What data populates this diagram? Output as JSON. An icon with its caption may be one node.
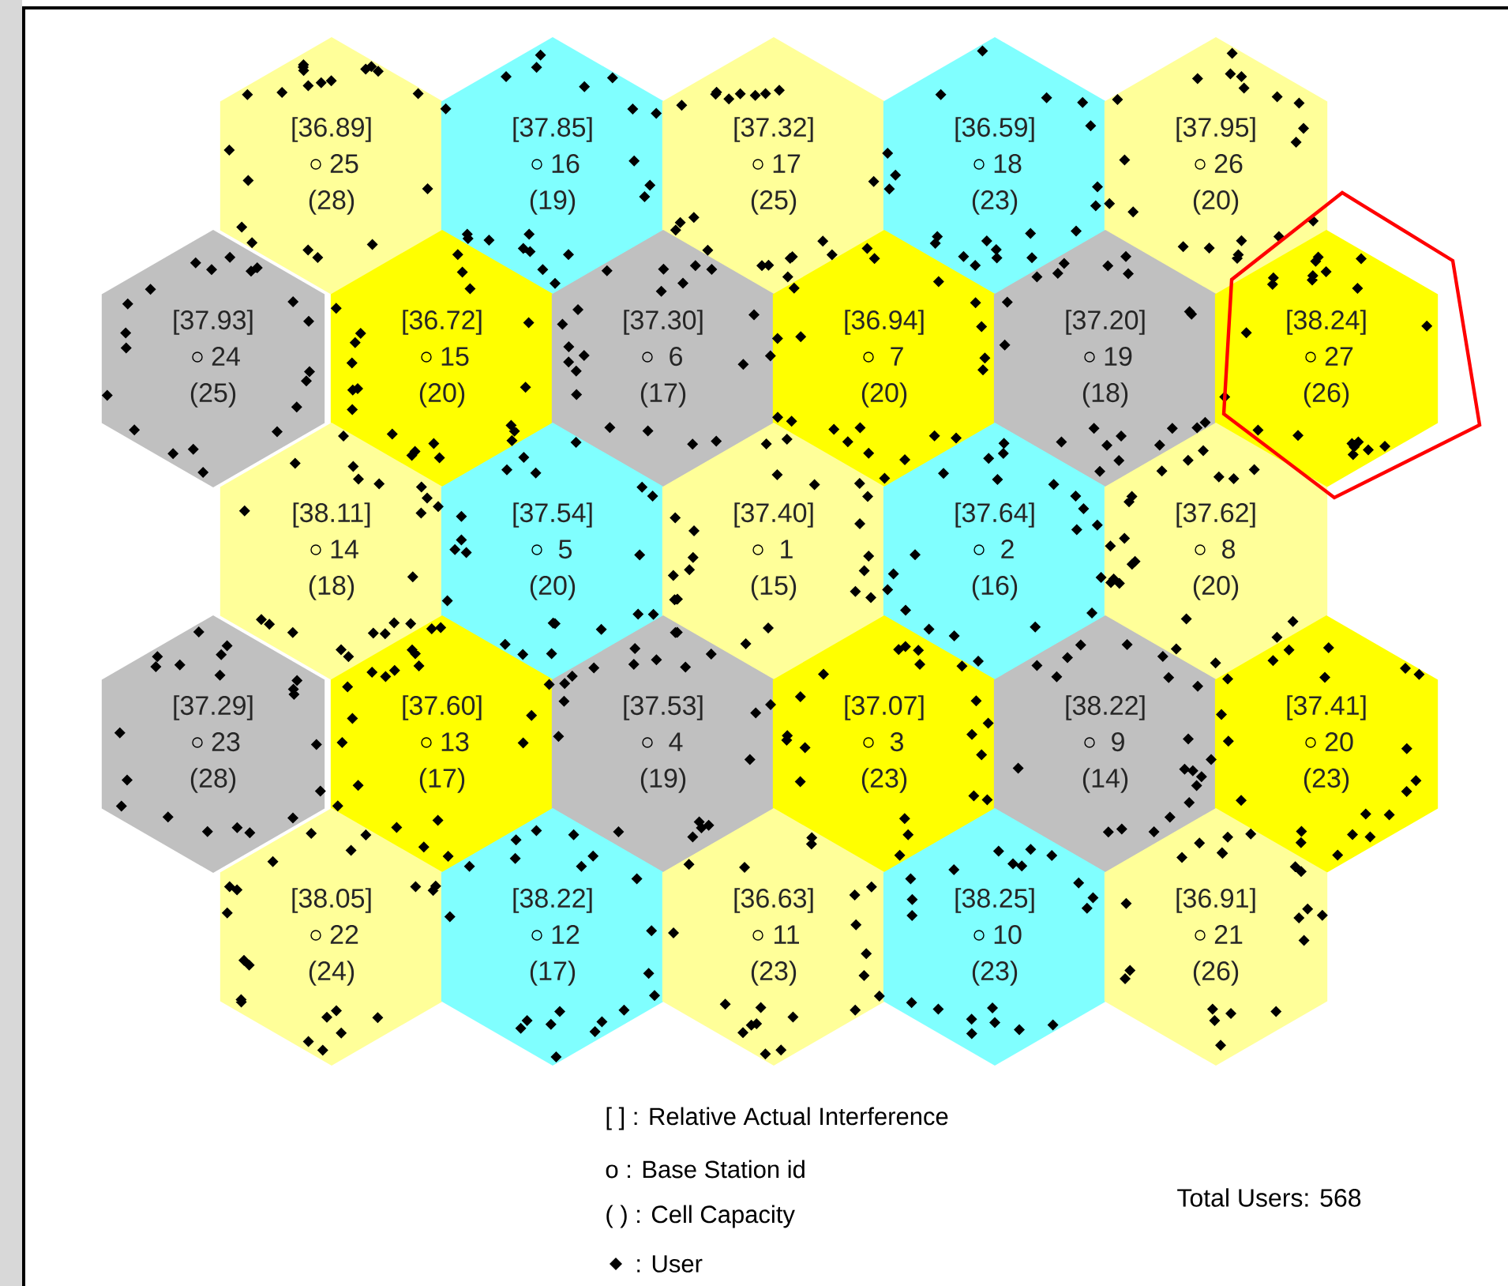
{
  "diagram": {
    "nodes": [
      {
        "text": [
          "[36.89]",
          "25",
          "(28)"
        ]
      },
      {
        "text": [
          "[37.85]",
          "16",
          "(19)"
        ]
      },
      {
        "text": [
          "[37.32]",
          "17",
          "(25)"
        ]
      },
      {
        "text": [
          "[36.59]",
          "18",
          "(23)"
        ]
      },
      {
        "text": [
          "[37.95]",
          "26",
          "(20)"
        ]
      },
      {
        "text": [
          "[37.93]",
          "24",
          "(25)"
        ]
      },
      {
        "text": [
          "[36.72]",
          "15",
          "(20)"
        ]
      },
      {
        "text": [
          "[37.30]",
          "6",
          "(17)"
        ]
      },
      {
        "text": [
          "[36.94]",
          "7",
          "(20)"
        ]
      },
      {
        "text": [
          "[37.20]",
          "19",
          "(18)"
        ]
      },
      {
        "text": [
          "[38.24]",
          "27",
          "(26)"
        ]
      },
      {
        "text": [
          "[38.11]",
          "14",
          "(18)"
        ]
      },
      {
        "text": [
          "[37.54]",
          "5",
          "(20)"
        ]
      },
      {
        "text": [
          "[37.40]",
          "1",
          "(15)"
        ]
      },
      {
        "text": [
          "[37.64]",
          "2",
          "(16)"
        ]
      },
      {
        "text": [
          "[37.62]",
          "8",
          "(20)"
        ]
      },
      {
        "text": [
          "[37.29]",
          "23",
          "(28)"
        ]
      },
      {
        "text": [
          "[37.60]",
          "13",
          "(17)"
        ]
      },
      {
        "text": [
          "[37.53]",
          "4",
          "(19)"
        ]
      },
      {
        "text": [
          "[37.07]",
          "3",
          "(23)"
        ]
      },
      {
        "text": [
          "[38.22]",
          "9",
          "(14)"
        ]
      },
      {
        "text": [
          "[37.41]",
          "20",
          "(23)"
        ]
      },
      {
        "text": [
          "[38.05]",
          "22",
          "(24)"
        ]
      },
      {
        "text": [
          "[38.22]",
          "12",
          "(17)"
        ]
      },
      {
        "text": [
          "[36.63]",
          "11",
          "(23)"
        ]
      },
      {
        "text": [
          "[38.25]",
          "10",
          "(23)"
        ]
      },
      {
        "text": [
          "[36.91]",
          "21",
          "(26)"
        ]
      }
    ],
    "labels": [
      "Total Users: 568"
    ],
    "legend": [
      {
        "text": "[ ] : Relative Actual Interference"
      },
      {
        "text": "o : Base Station id"
      },
      {
        "text": "( ) : Cell Capacity"
      },
      {
        "text": ": User"
      }
    ]
  }
}
